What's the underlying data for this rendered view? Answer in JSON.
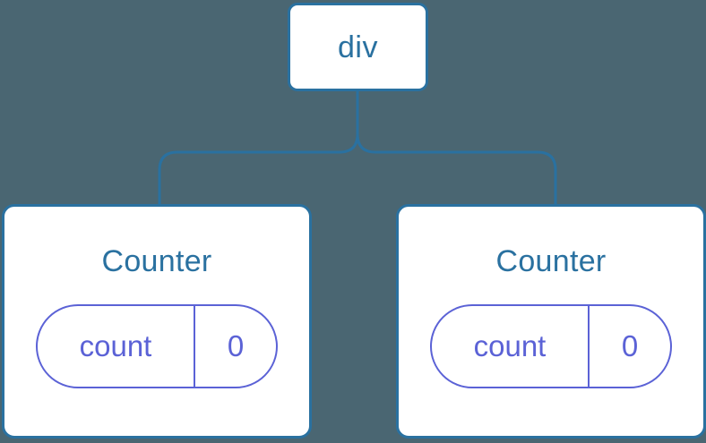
{
  "diagram": {
    "title": "component-tree",
    "background_color": "#4a6672",
    "node_border_color": "#2a71a0",
    "node_text_color": "#2a71a0",
    "node_fill_color": "#ffffff",
    "edge_color": "#2a71a0",
    "state_color": "#5b62d6",
    "root": {
      "label": "div"
    },
    "children": [
      {
        "label": "Counter",
        "state": {
          "key": "count",
          "value": "0"
        }
      },
      {
        "label": "Counter",
        "state": {
          "key": "count",
          "value": "0"
        }
      }
    ]
  }
}
